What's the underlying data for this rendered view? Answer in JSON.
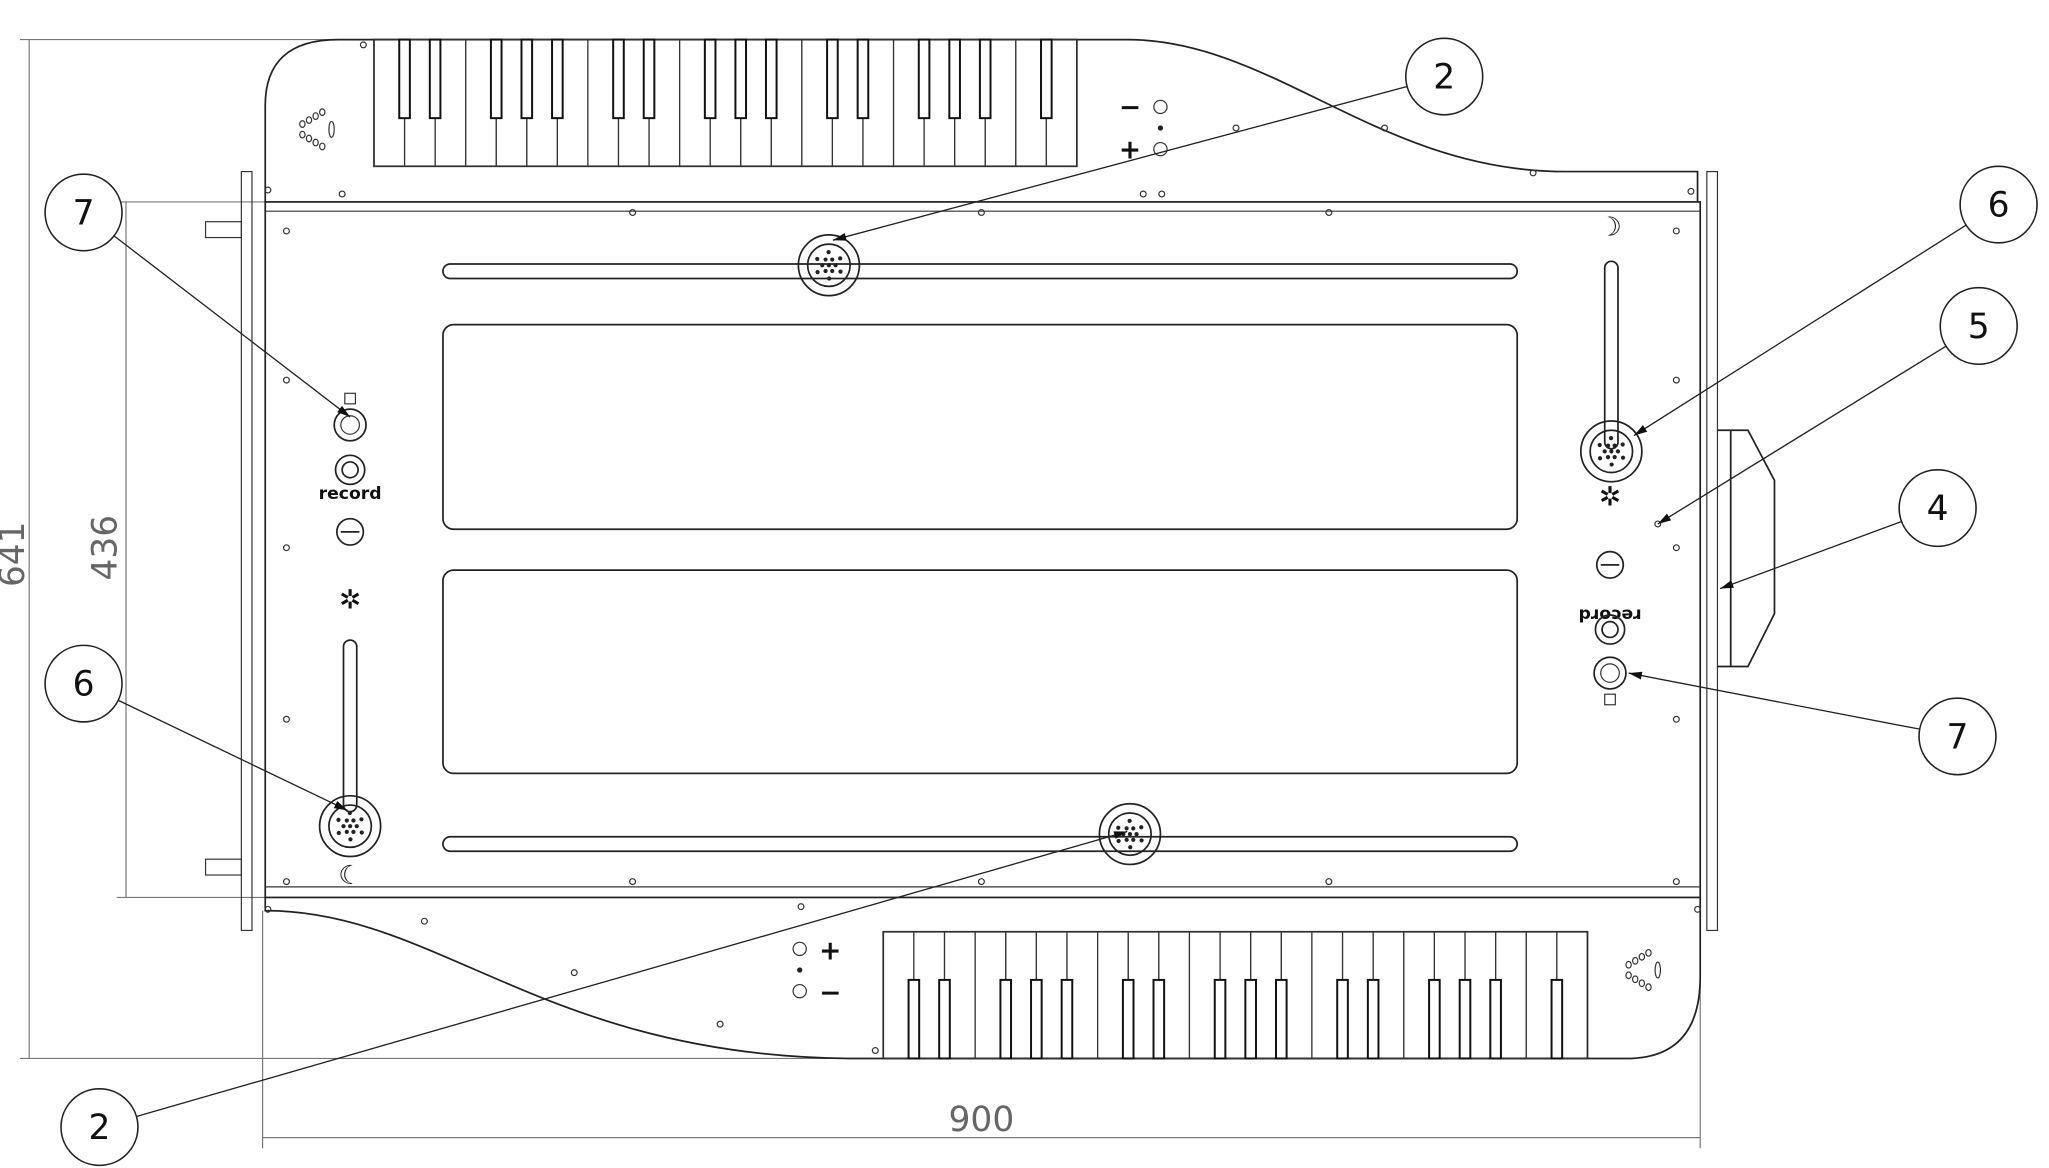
{
  "dimensions": {
    "overall_height": "641",
    "panel_height": "436",
    "overall_width": "900"
  },
  "labels": {
    "record_left": "record",
    "record_right": "record",
    "minus": "−",
    "plus": "+"
  },
  "callouts": [
    {
      "label": "2"
    },
    {
      "label": "7"
    },
    {
      "label": "6"
    },
    {
      "label": "5"
    },
    {
      "label": "4"
    },
    {
      "label": "7"
    },
    {
      "label": "6"
    },
    {
      "label": "2"
    }
  ],
  "keyboards": {
    "white_keys_per_keyboard": 23
  }
}
